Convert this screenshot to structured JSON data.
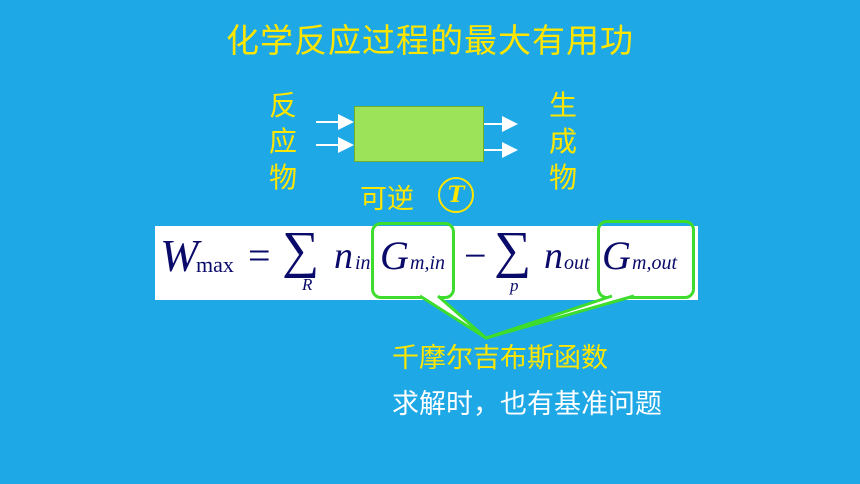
{
  "title": "化学反应过程的最大有用功",
  "left_label": [
    "反",
    "应",
    "物"
  ],
  "right_label": [
    "生",
    "成",
    "物"
  ],
  "reversible_label": "可逆",
  "temperature_symbol": "T",
  "equation": {
    "W": "W",
    "W_sub": "max",
    "equals": "=",
    "sum1": "∑",
    "sum1_sub": "R",
    "n_in": "n",
    "n_in_sub": "in",
    "G_in": "G",
    "G_in_sub": "m,in",
    "minus": "−",
    "sum2": "∑",
    "sum2_sub": "p",
    "n_out": "n",
    "n_out_sub": "out",
    "G_out": "G",
    "G_out_sub": "m,out"
  },
  "callout_label": "千摩尔吉布斯函数",
  "note": "求解时，也有基准问题",
  "colors": {
    "background": "#1EA8E6",
    "accent_text": "#FFE600",
    "box": "#9CE35A",
    "callout": "#3DDC2D"
  }
}
